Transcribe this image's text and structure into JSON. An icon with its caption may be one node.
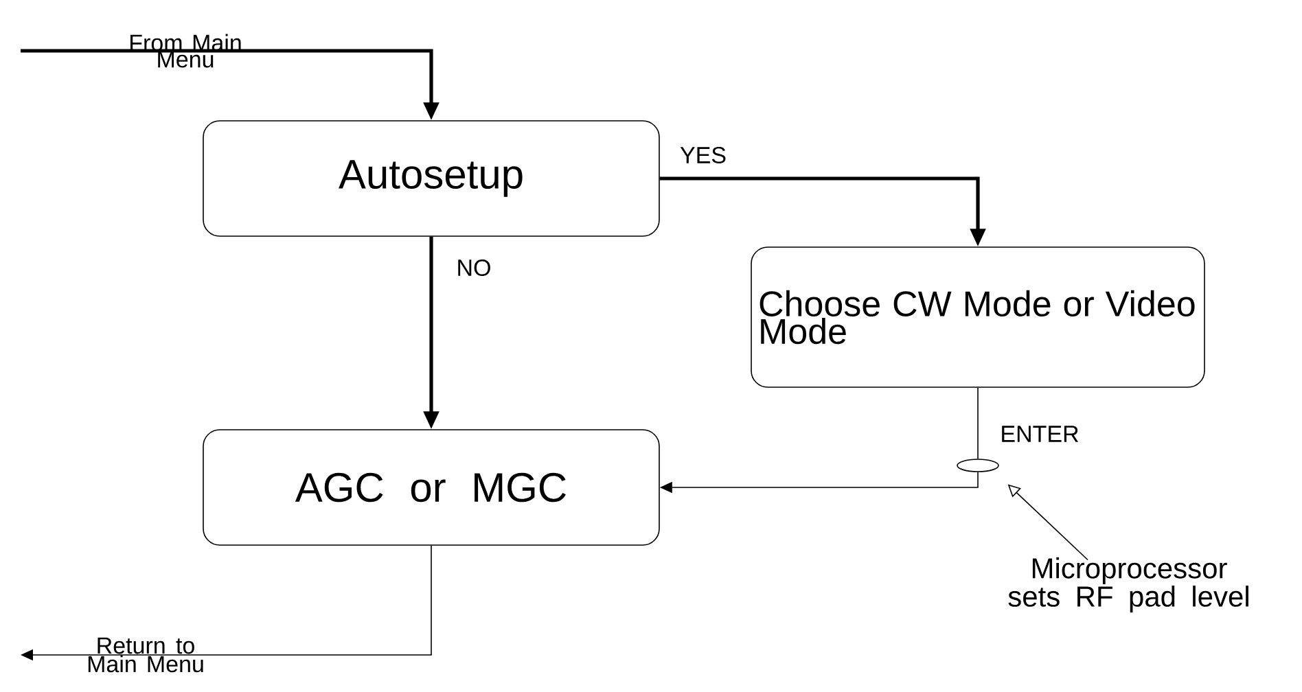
{
  "diagram": {
    "nodes": [
      {
        "text": [
          "Autosetup"
        ]
      },
      {
        "text": [
          "Choose CW Mode or Video Mode"
        ]
      },
      {
        "text": [
          "AGC or MGC"
        ]
      },
      {
        "text": [],
        "shape": "ellipse"
      },
      {
        "text": [
          "Microprocessor sets RF pad level"
        ]
      }
    ],
    "edges": [
      {
        "from": null,
        "to": 0,
        "arrow": "to",
        "label": "From Main Menu",
        "style": "thick"
      },
      {
        "from": 0,
        "to": 1,
        "arrow": "to",
        "label": "YES",
        "style": "thick"
      },
      {
        "from": 0,
        "to": 2,
        "arrow": "to",
        "label": "NO",
        "style": "thick"
      },
      {
        "from": 1,
        "to": 3,
        "arrow": "none",
        "label": "ENTER"
      },
      {
        "from": 3,
        "to": 2,
        "arrow": "to"
      },
      {
        "from": 2,
        "to": null,
        "arrow": "to",
        "label": "Return to Main Menu"
      },
      {
        "from": 4,
        "to": 3,
        "arrow": "to"
      }
    ]
  }
}
